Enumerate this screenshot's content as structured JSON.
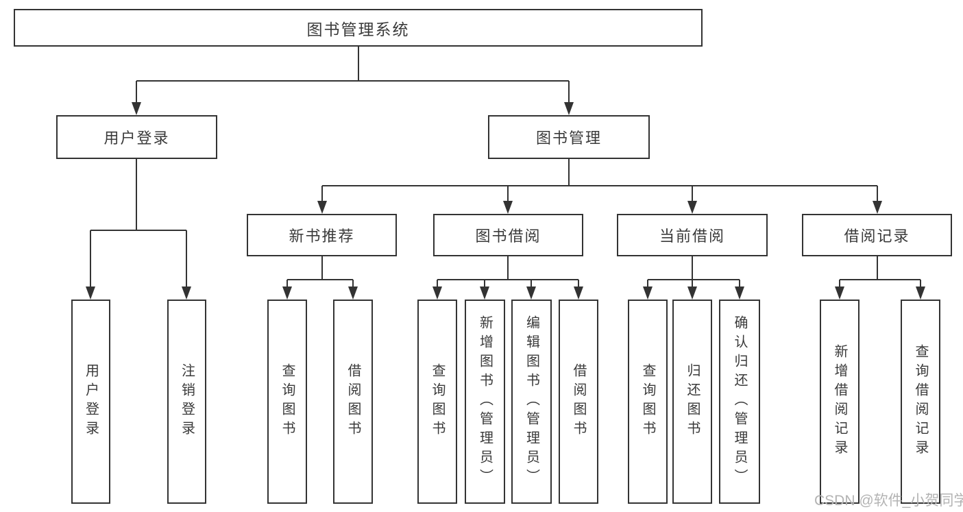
{
  "diagram": {
    "root": {
      "label": "图书管理系统"
    },
    "level2": [
      {
        "label": "用户登录"
      },
      {
        "label": "图书管理"
      }
    ],
    "level3": [
      {
        "label": "新书推荐"
      },
      {
        "label": "图书借阅"
      },
      {
        "label": "当前借阅"
      },
      {
        "label": "借阅记录"
      }
    ],
    "leaves": {
      "user": [
        {
          "label": "用户登录"
        },
        {
          "label": "注销登录"
        }
      ],
      "recommend": [
        {
          "label": "查询图书"
        },
        {
          "label": "借阅图书"
        }
      ],
      "borrow": [
        {
          "label": "查询图书"
        },
        {
          "label": "新增图书（管理员）"
        },
        {
          "label": "编辑图书（管理员）"
        },
        {
          "label": "借阅图书"
        }
      ],
      "current": [
        {
          "label": "查询图书"
        },
        {
          "label": "归还图书"
        },
        {
          "label": "确认归还（管理员）"
        }
      ],
      "records": [
        {
          "label": "新增借阅记录"
        },
        {
          "label": "查询借阅记录"
        }
      ]
    },
    "watermark": "CSDN @软件_小贺同学",
    "colors": {
      "line": "#333333",
      "text": "#3a3a3a",
      "watermark": "#b3b3b3",
      "background": "#ffffff"
    }
  }
}
